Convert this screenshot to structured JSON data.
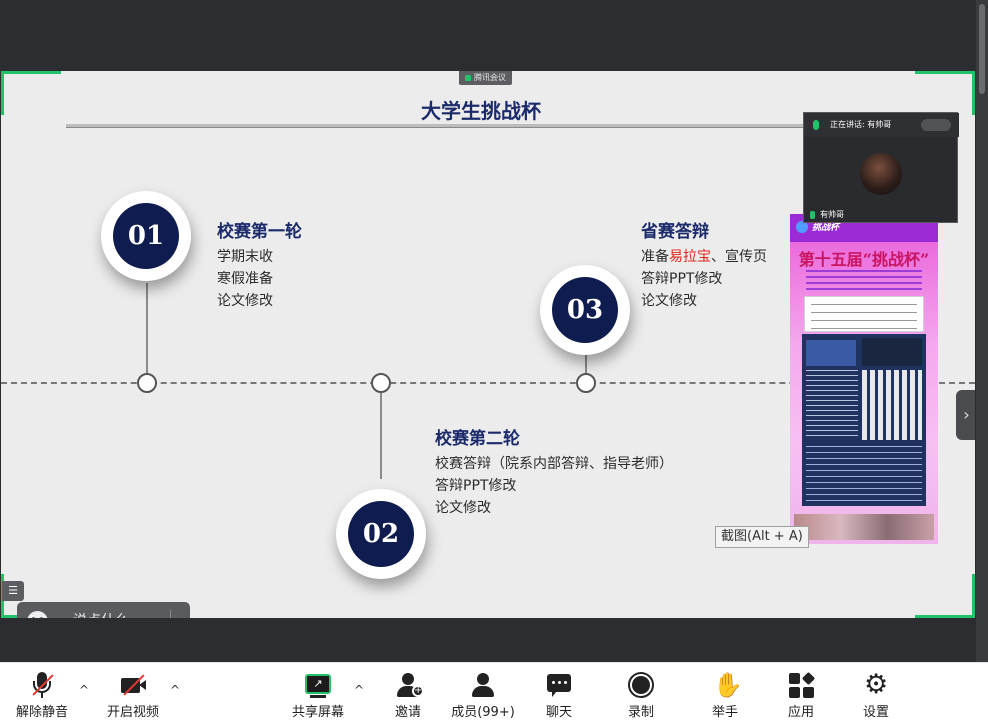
{
  "share": {
    "tag": "腾讯会议"
  },
  "slide": {
    "title": "大学生挑战杯",
    "badges": [
      "01",
      "02",
      "03"
    ],
    "stage1": {
      "title": "校赛第一轮",
      "lines": [
        "学期末收",
        "寒假准备",
        "论文修改"
      ]
    },
    "stage2": {
      "title": "校赛第二轮",
      "lines": [
        "校赛答辩（院系内部答辩、指导老师）",
        "答辩PPT修改",
        "论文修改"
      ]
    },
    "stage3": {
      "title": "省赛答辩",
      "line1_pre": "准备",
      "line1_red": "易拉宝",
      "line1_post": "、宣传页",
      "lines": [
        "答辩PPT修改",
        "论文修改"
      ]
    }
  },
  "poster": {
    "header": "挑战杯",
    "big": "第十五届“挑战杯”"
  },
  "video": {
    "speaking": "正在讲话: 有帅哥",
    "name": "有帅哥"
  },
  "tooltip": "截图(Alt + A)",
  "chat": {
    "placeholder": "说点什么..."
  },
  "toolbar": {
    "unmute": "解除静音",
    "start_video": "开启视频",
    "share_screen": "共享屏幕",
    "invite": "邀请",
    "members": "成员(99+)",
    "chat": "聊天",
    "record": "录制",
    "raise_hand": "举手",
    "apps": "应用",
    "settings": "设置"
  },
  "colors": {
    "accent": "#20c26a",
    "title_navy": "#1b2a6b",
    "badge_navy": "#0f1c4f",
    "mute_red": "#e5392f"
  }
}
